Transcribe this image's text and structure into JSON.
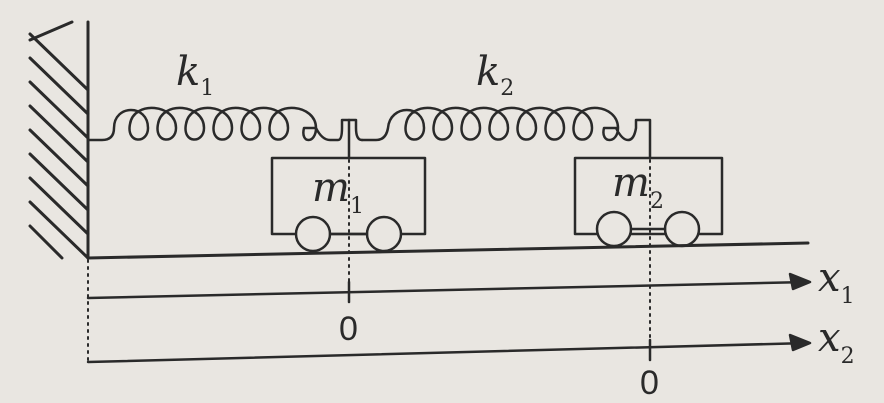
{
  "diagram": {
    "springs": [
      {
        "symbol": "k",
        "subscript": "1"
      },
      {
        "symbol": "k",
        "subscript": "2"
      }
    ],
    "masses": [
      {
        "symbol": "m",
        "subscript": "1"
      },
      {
        "symbol": "m",
        "subscript": "2"
      }
    ],
    "axes": [
      {
        "symbol": "x",
        "subscript": "1",
        "origin_label": "0"
      },
      {
        "symbol": "x",
        "subscript": "2",
        "origin_label": "0"
      }
    ]
  },
  "colors": {
    "ink": "#2a2a2a",
    "paper": "#e9e6e1"
  }
}
